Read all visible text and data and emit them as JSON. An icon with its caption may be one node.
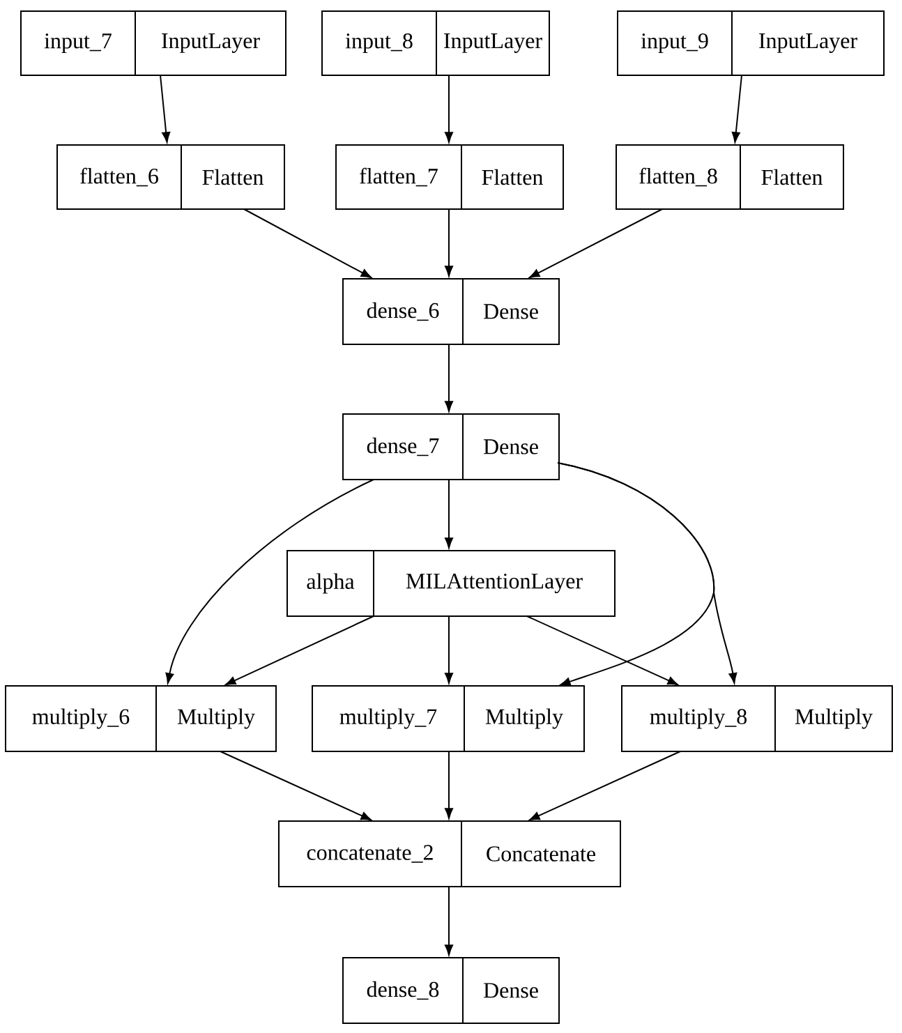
{
  "diagram": {
    "nodes": [
      {
        "text": [
          "input_7",
          "InputLayer"
        ]
      },
      {
        "text": [
          "input_8",
          "InputLayer"
        ]
      },
      {
        "text": [
          "input_9",
          "InputLayer"
        ]
      },
      {
        "text": [
          "flatten_6",
          "Flatten"
        ]
      },
      {
        "text": [
          "flatten_7",
          "Flatten"
        ]
      },
      {
        "text": [
          "flatten_8",
          "Flatten"
        ]
      },
      {
        "text": [
          "dense_6",
          "Dense"
        ]
      },
      {
        "text": [
          "dense_7",
          "Dense"
        ]
      },
      {
        "text": [
          "alpha",
          "MILAttentionLayer"
        ]
      },
      {
        "text": [
          "multiply_6",
          "Multiply"
        ]
      },
      {
        "text": [
          "multiply_7",
          "Multiply"
        ]
      },
      {
        "text": [
          "multiply_8",
          "Multiply"
        ]
      },
      {
        "text": [
          "concatenate_2",
          "Concatenate"
        ]
      },
      {
        "text": [
          "dense_8",
          "Dense"
        ]
      }
    ],
    "edges": [
      {
        "from": 0,
        "to": 3,
        "arrow": "to"
      },
      {
        "from": 1,
        "to": 4,
        "arrow": "to"
      },
      {
        "from": 2,
        "to": 5,
        "arrow": "to"
      },
      {
        "from": 3,
        "to": 6,
        "arrow": "to"
      },
      {
        "from": 4,
        "to": 6,
        "arrow": "to"
      },
      {
        "from": 5,
        "to": 6,
        "arrow": "to"
      },
      {
        "from": 6,
        "to": 7,
        "arrow": "to"
      },
      {
        "from": 7,
        "to": 8,
        "arrow": "to"
      },
      {
        "from": 7,
        "to": 9,
        "arrow": "to"
      },
      {
        "from": 7,
        "to": 10,
        "arrow": "to"
      },
      {
        "from": 7,
        "to": 11,
        "arrow": "to"
      },
      {
        "from": 8,
        "to": 9,
        "arrow": "to"
      },
      {
        "from": 8,
        "to": 10,
        "arrow": "to"
      },
      {
        "from": 8,
        "to": 11,
        "arrow": "to"
      },
      {
        "from": 9,
        "to": 12,
        "arrow": "to"
      },
      {
        "from": 10,
        "to": 12,
        "arrow": "to"
      },
      {
        "from": 11,
        "to": 12,
        "arrow": "to"
      },
      {
        "from": 12,
        "to": 13,
        "arrow": "to"
      }
    ]
  }
}
